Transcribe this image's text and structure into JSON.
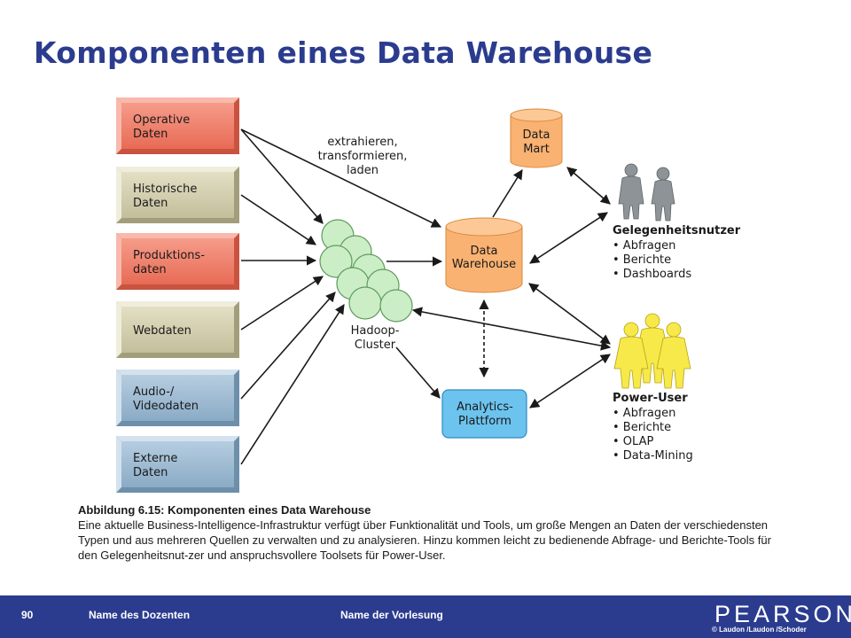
{
  "title": "Komponenten eines Data Warehouse",
  "colors": {
    "title": "#2b3c8f",
    "red_box": "#ee7d6a",
    "tan_box": "#cfcbaa",
    "blue_box": "#98b6cf",
    "orange": "#f9b272",
    "cluster_green": "#cbeec6",
    "analytics_blue": "#6cc3ee",
    "footer": "#2b3c8f"
  },
  "sources": [
    {
      "line1": "Operative",
      "line2": "Daten",
      "style": "red"
    },
    {
      "line1": "Historische",
      "line2": "Daten",
      "style": "tan"
    },
    {
      "line1": "Produktions-",
      "line2": "daten",
      "style": "red"
    },
    {
      "line1": "Webdaten",
      "line2": "",
      "style": "tan"
    },
    {
      "line1": "Audio-/",
      "line2": "Videodaten",
      "style": "blue"
    },
    {
      "line1": "Externe",
      "line2": "Daten",
      "style": "blue"
    }
  ],
  "etl_label": {
    "line1": "extrahieren,",
    "line2": "transformieren,",
    "line3": "laden"
  },
  "hadoop": {
    "line1": "Hadoop-",
    "line2": "Cluster"
  },
  "data_mart": {
    "line1": "Data",
    "line2": "Mart"
  },
  "data_warehouse": {
    "line1": "Data",
    "line2": "Warehouse"
  },
  "analytics": {
    "line1": "Analytics-",
    "line2": "Plattform"
  },
  "casual_users": {
    "heading": "Gelegenheitsnutzer",
    "items": [
      "• Abfragen",
      "• Berichte",
      "• Dashboards"
    ]
  },
  "power_users": {
    "heading": "Power-User",
    "items": [
      "• Abfragen",
      "• Berichte",
      "• OLAP",
      "• Data-Mining"
    ]
  },
  "caption": {
    "heading": "Abbildung 6.15: Komponenten eines Data Warehouse",
    "text": "Eine aktuelle Business-Intelligence-Infrastruktur verfügt über Funktionalität und Tools, um große Mengen an Daten der verschiedensten Typen und aus mehreren Quellen zu verwalten und zu analysieren. Hinzu kommen leicht zu bedienende Abfrage- und Berichte-Tools für den Gelegenheitsnut-zer und anspruchsvollere Toolsets für Power-User."
  },
  "footer": {
    "page_number": "90",
    "lecturer": "Name des Dozenten",
    "lecture": "Name der Vorlesung",
    "brand": "PEARSON",
    "copyright": "© Laudon /Laudon /Schoder"
  }
}
